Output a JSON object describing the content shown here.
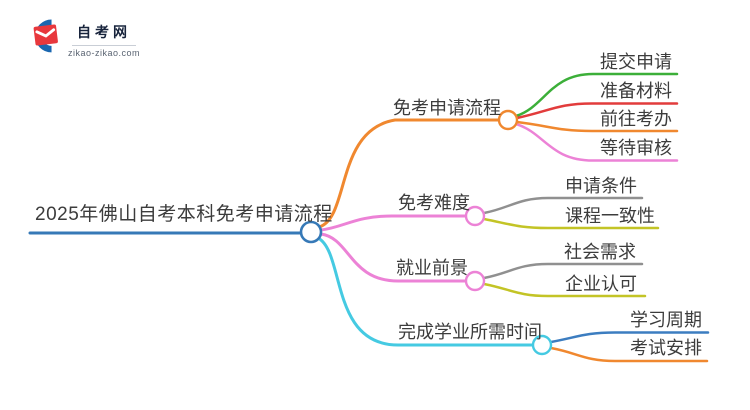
{
  "logo": {
    "site_name": "自考网",
    "site_domain": "zikao-zikao.com",
    "icon": "graduation-cap-with-blue-crescent",
    "crescent_color": "#1a67b0",
    "cap_color": "#e8383d"
  },
  "mindmap": {
    "root": {
      "label": "2025年佛山自考本科免考申请流程",
      "color": "#3679b7"
    },
    "branches": [
      {
        "label": "免考申请流程",
        "color": "#f0882f",
        "children": [
          {
            "label": "提交申请",
            "color": "#3caf39"
          },
          {
            "label": "准备材料",
            "color": "#e23c3c"
          },
          {
            "label": "前往考办",
            "color": "#f0882f"
          },
          {
            "label": "等待审核",
            "color": "#ec82d6"
          }
        ]
      },
      {
        "label": "免考难度",
        "color": "#ec82d6",
        "children": [
          {
            "label": "申请条件",
            "color": "#909090"
          },
          {
            "label": "课程一致性",
            "color": "#c3c426"
          }
        ]
      },
      {
        "label": "就业前景",
        "color": "#ec82d6",
        "children": [
          {
            "label": "社会需求",
            "color": "#909090"
          },
          {
            "label": "企业认可",
            "color": "#c3c426"
          }
        ]
      },
      {
        "label": "完成学业所需时间",
        "color": "#45cae2",
        "children": [
          {
            "label": "学习周期",
            "color": "#3c7dc0"
          },
          {
            "label": "考试安排",
            "color": "#f0882f"
          }
        ]
      }
    ]
  }
}
